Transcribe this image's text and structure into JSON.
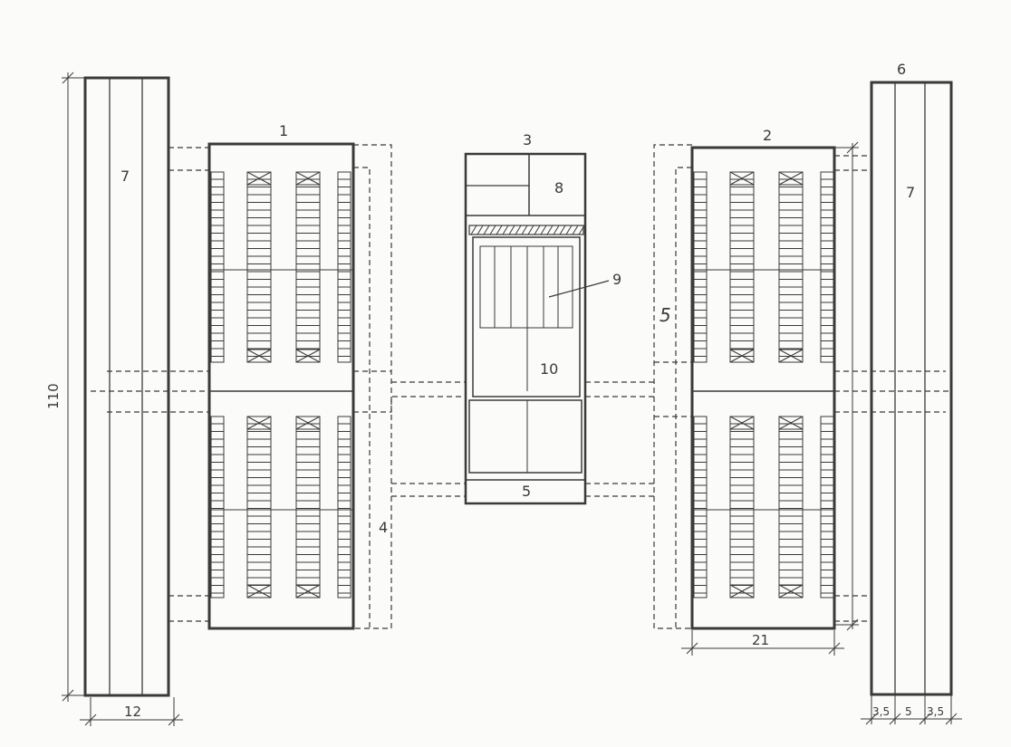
{
  "labels": {
    "n1": "1",
    "n2": "2",
    "n3": "3",
    "n4": "4",
    "n5": "5",
    "n6": "6",
    "n7_left": "7",
    "n7_right": "7",
    "n8": "8",
    "n9": "9",
    "n10": "10",
    "n5_hand": "5",
    "dim_110": "110",
    "dim_12": "12",
    "dim_21": "21",
    "dim_3_5_a": "3,5",
    "dim_5": "5",
    "dim_3_5_b": "3,5"
  },
  "colors": {
    "line": "#3a3a3a",
    "paper": "#fbfbf9"
  }
}
